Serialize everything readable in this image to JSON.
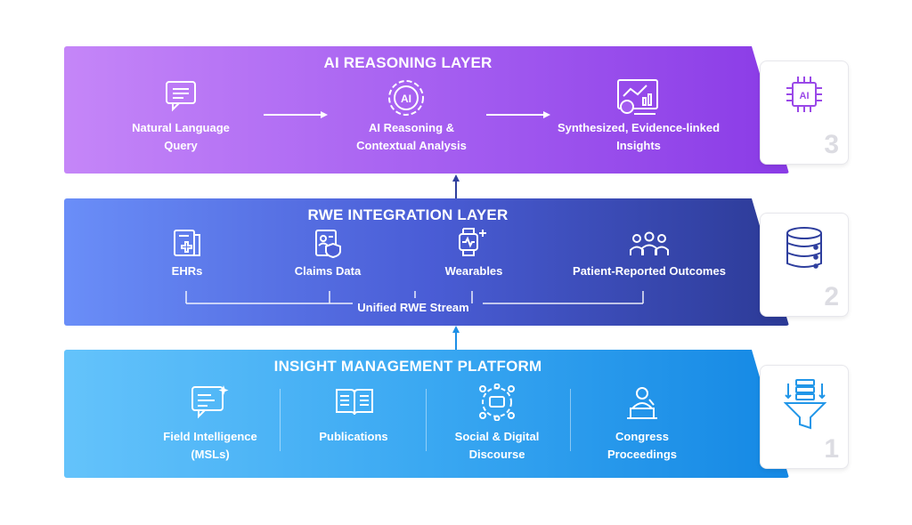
{
  "layers": {
    "ai": {
      "title": "AI REASONING LAYER",
      "number": "3",
      "items": {
        "query_line1": "Natural Language",
        "query_line2": "Query",
        "reasoning_line1": "AI Reasoning &",
        "reasoning_line2": "Contextual Analysis",
        "insights_line1": "Synthesized, Evidence-linked",
        "insights_line2": "Insights"
      },
      "icon_text": "AI",
      "color": "#a35cf0"
    },
    "rwe": {
      "title": "RWE INTEGRATION LAYER",
      "number": "2",
      "items": {
        "ehrs": "EHRs",
        "claims": "Claims Data",
        "wearables": "Wearables",
        "pro": "Patient-Reported Outcomes",
        "stream": "Unified RWE Stream"
      },
      "color": "#4a5dd6"
    },
    "imp": {
      "title": "INSIGHT MANAGEMENT PLATFORM",
      "number": "1",
      "items": {
        "field_line1": "Field Intelligence",
        "field_line2": "(MSLs)",
        "publications": "Publications",
        "social_line1": "Social & Digital",
        "social_line2": "Discourse",
        "congress_line1": "Congress",
        "congress_line2": "Proceedings"
      },
      "color": "#3aa8f2"
    }
  },
  "icons": [
    "chat-icon",
    "ai-gear-icon",
    "insights-chart-icon",
    "ehr-icon",
    "claims-icon",
    "wearable-icon",
    "patients-icon",
    "field-chat-icon",
    "publications-icon",
    "social-network-icon",
    "congress-icon",
    "ai-chip-icon",
    "database-icon",
    "funnel-icon"
  ]
}
